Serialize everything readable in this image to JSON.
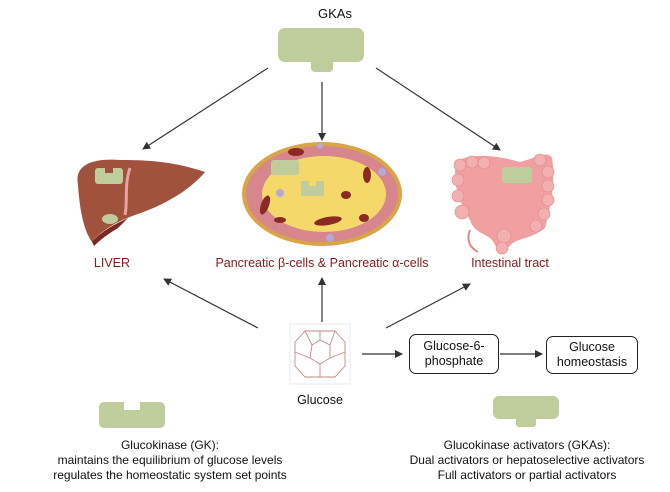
{
  "title": "GKAs",
  "colors": {
    "enzyme_green": "#bfcc9c",
    "organ_label": "#8b1a1a",
    "arrow": "#333333",
    "liver": "#a0523c",
    "intestine": "#f0a0a0",
    "glucose_lines": "#c08a84"
  },
  "organs": [
    {
      "id": "liver",
      "label": "LIVER"
    },
    {
      "id": "pancreas",
      "label": "Pancreatic β-cells & Pancreatic α-cells"
    },
    {
      "id": "intestine",
      "label": "Intestinal tract"
    }
  ],
  "glucose": {
    "label": "Glucose"
  },
  "flow": [
    {
      "label_line1": "Glucose-6-",
      "label_line2": "phosphate"
    },
    {
      "label_line1": "Glucose",
      "label_line2": "homeostasis"
    }
  ],
  "legend": {
    "gk": {
      "title": "Glucokinase (GK):",
      "lines": [
        "maintains the equilibrium of glucose levels",
        "regulates the homeostatic system set points"
      ]
    },
    "gka": {
      "title": "Glucokinase activators (GKAs):",
      "lines": [
        "Dual activators or hepatoselective activators",
        "Full activators or partial activators"
      ]
    }
  }
}
